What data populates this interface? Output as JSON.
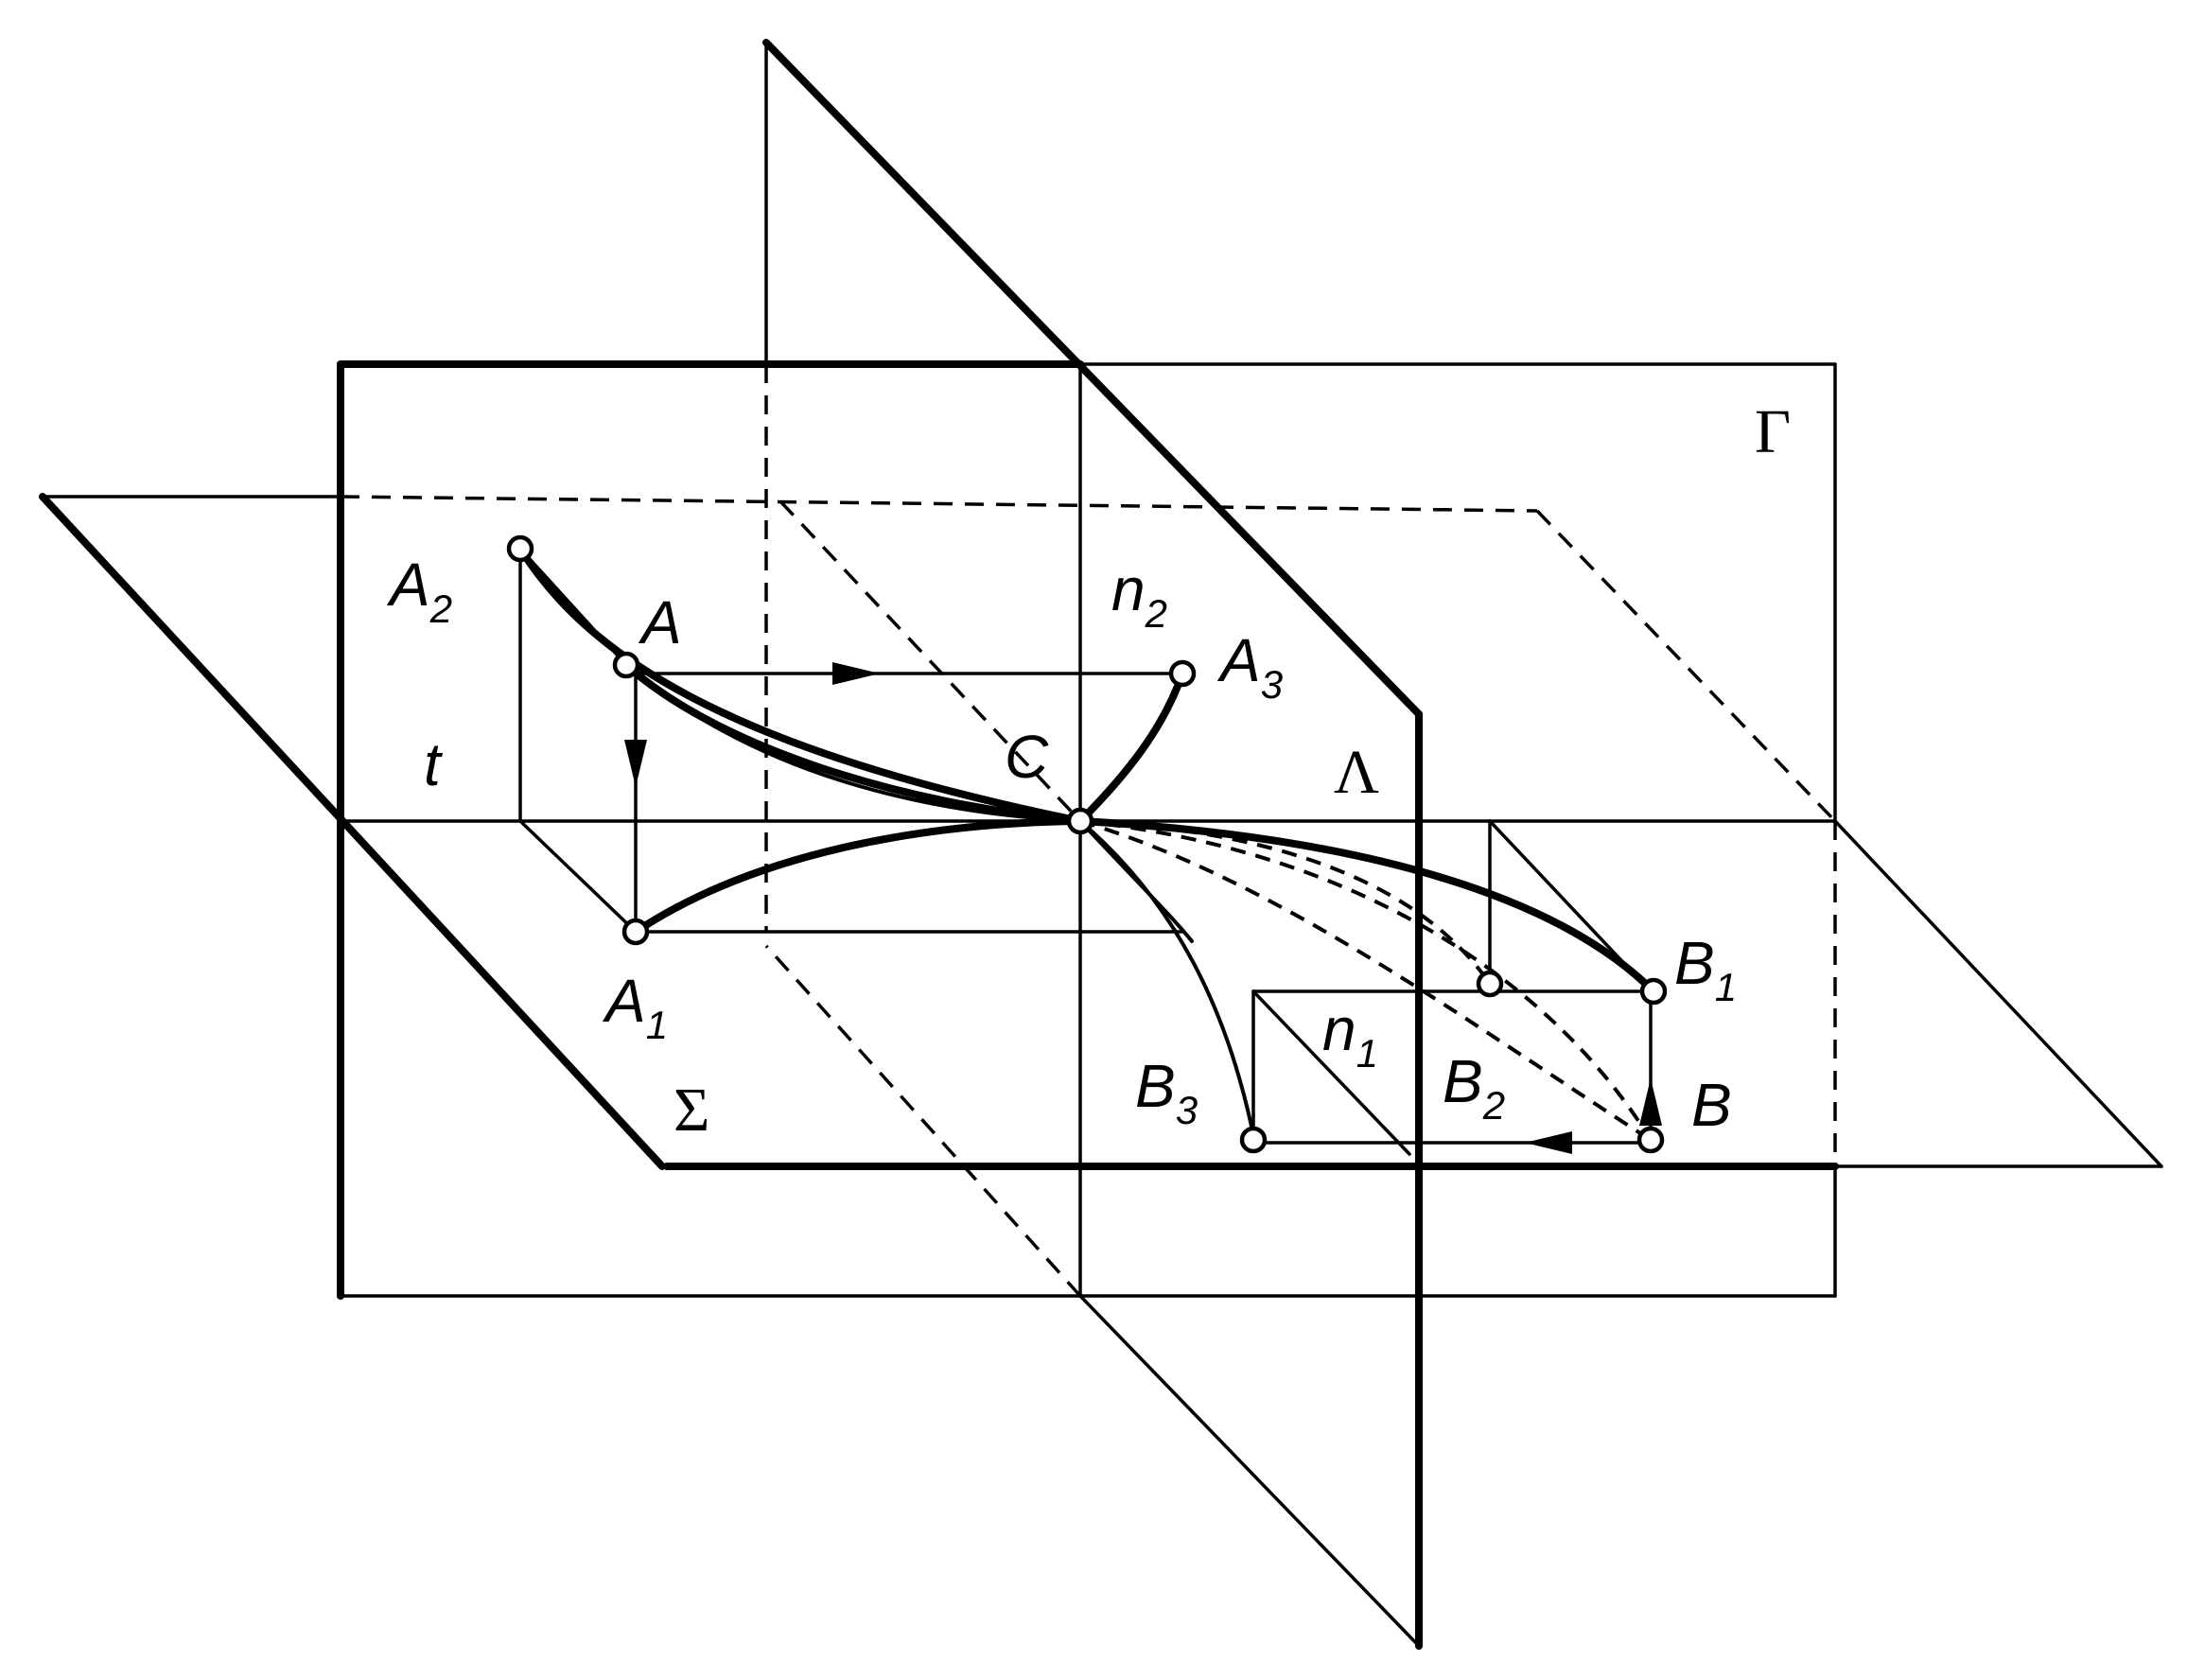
{
  "labels": {
    "A2": {
      "main": "A",
      "sub": "2"
    },
    "A": {
      "main": "A",
      "sub": ""
    },
    "A1": {
      "main": "A",
      "sub": "1"
    },
    "A3": {
      "main": "A",
      "sub": "3"
    },
    "C": {
      "main": "C",
      "sub": ""
    },
    "t": {
      "main": "t",
      "sub": ""
    },
    "n2": {
      "main": "n",
      "sub": "2"
    },
    "n1": {
      "main": "n",
      "sub": "1"
    },
    "B": {
      "main": "B",
      "sub": ""
    },
    "B1": {
      "main": "B",
      "sub": "1"
    },
    "B2": {
      "main": "B",
      "sub": "2"
    },
    "B3": {
      "main": "B",
      "sub": "3"
    },
    "Gamma": {
      "main": "Γ",
      "sub": ""
    },
    "Lambda": {
      "main": "Λ",
      "sub": ""
    },
    "Sigma": {
      "main": "Σ",
      "sub": ""
    }
  },
  "colors": {
    "ink": "#000000",
    "paper": "#ffffff"
  }
}
